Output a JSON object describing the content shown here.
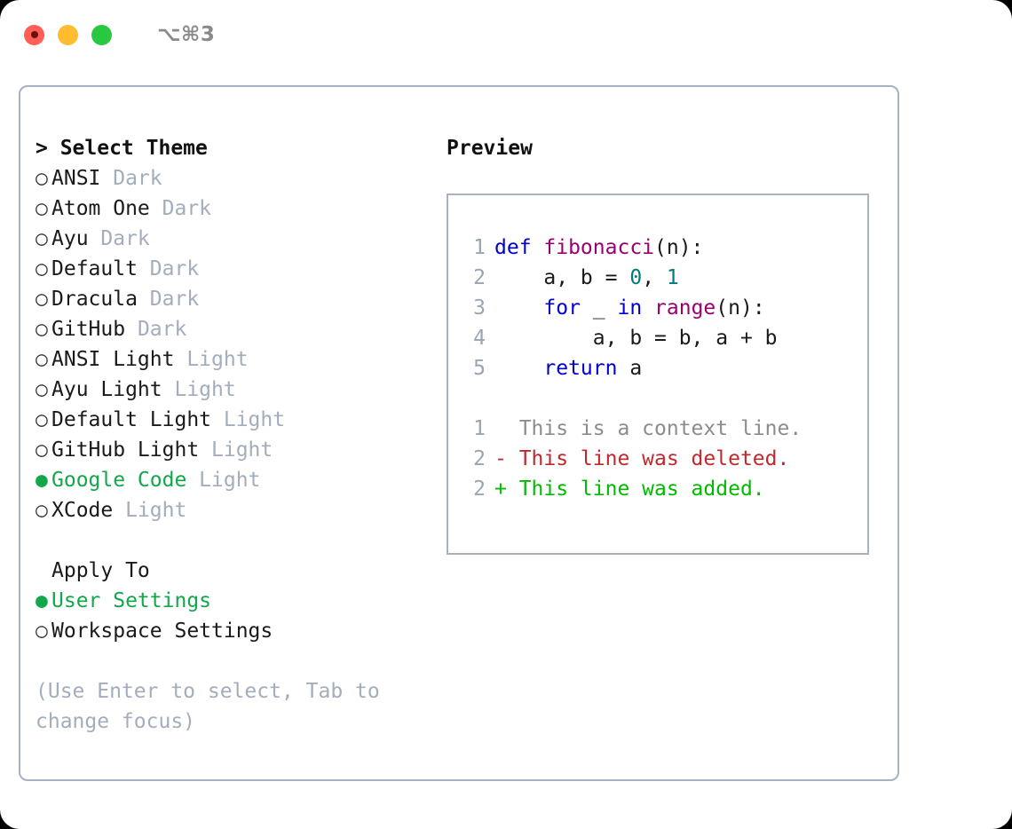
{
  "titlebar": {
    "shortcut": "⌥⌘3",
    "lights": [
      {
        "name": "close-button",
        "color": "#ff5f57"
      },
      {
        "name": "minimize-button",
        "color": "#febc2e"
      },
      {
        "name": "maximize-button",
        "color": "#28c840"
      }
    ]
  },
  "theme_list": {
    "header": "> Select Theme",
    "bullet_off": "○",
    "bullet_on": "●",
    "items": [
      {
        "name": "ANSI",
        "variant": "Dark",
        "selected": false
      },
      {
        "name": "Atom One",
        "variant": "Dark",
        "selected": false
      },
      {
        "name": "Ayu",
        "variant": "Dark",
        "selected": false
      },
      {
        "name": "Default",
        "variant": "Dark",
        "selected": false
      },
      {
        "name": "Dracula",
        "variant": "Dark",
        "selected": false
      },
      {
        "name": "GitHub",
        "variant": "Dark",
        "selected": false
      },
      {
        "name": "ANSI Light",
        "variant": "Light",
        "selected": false
      },
      {
        "name": "Ayu Light",
        "variant": "Light",
        "selected": false
      },
      {
        "name": "Default Light",
        "variant": "Light",
        "selected": false
      },
      {
        "name": "GitHub Light",
        "variant": "Light",
        "selected": false
      },
      {
        "name": "Google Code",
        "variant": "Light",
        "selected": true
      },
      {
        "name": "XCode",
        "variant": "Light",
        "selected": false
      }
    ]
  },
  "apply_to": {
    "label": "Apply To",
    "options": [
      {
        "name": "User Settings",
        "selected": true
      },
      {
        "name": "Workspace Settings",
        "selected": false
      }
    ]
  },
  "hint": "(Use Enter to select, Tab to change focus)",
  "preview": {
    "title": "Preview",
    "code_lines": [
      {
        "num": "1",
        "tokens": [
          {
            "t": "def ",
            "c": "tok-kw"
          },
          {
            "t": "fibonacci",
            "c": "tok-fn"
          },
          {
            "t": "(n):",
            "c": "tok-plain"
          }
        ]
      },
      {
        "num": "2",
        "tokens": [
          {
            "t": "    a, b = ",
            "c": "tok-plain"
          },
          {
            "t": "0",
            "c": "tok-num"
          },
          {
            "t": ", ",
            "c": "tok-plain"
          },
          {
            "t": "1",
            "c": "tok-num"
          }
        ]
      },
      {
        "num": "3",
        "tokens": [
          {
            "t": "    ",
            "c": "tok-plain"
          },
          {
            "t": "for",
            "c": "tok-kw"
          },
          {
            "t": " _ ",
            "c": "tok-plain"
          },
          {
            "t": "in",
            "c": "tok-kw"
          },
          {
            "t": " ",
            "c": "tok-plain"
          },
          {
            "t": "range",
            "c": "tok-fn"
          },
          {
            "t": "(n):",
            "c": "tok-plain"
          }
        ]
      },
      {
        "num": "4",
        "tokens": [
          {
            "t": "        a, b = b, a + b",
            "c": "tok-plain"
          }
        ]
      },
      {
        "num": "5",
        "tokens": [
          {
            "t": "    ",
            "c": "tok-plain"
          },
          {
            "t": "return",
            "c": "tok-kw"
          },
          {
            "t": " a",
            "c": "tok-plain"
          }
        ]
      }
    ],
    "diff_lines": [
      {
        "num": "1",
        "text": "  This is a context line.",
        "c": "diff-ctx"
      },
      {
        "num": "2",
        "text": "- This line was deleted.",
        "c": "diff-del"
      },
      {
        "num": "2",
        "text": "+ This line was added.",
        "c": "diff-add"
      }
    ]
  },
  "colors": {
    "accent_green": "#12a74a",
    "border": "#a8b2c1",
    "muted": "#a3adbb",
    "gutter": "#9aa4b2",
    "keyword": "#0000cc",
    "function": "#990073",
    "number": "#007a7a",
    "diff_deleted": "#c0282d",
    "diff_added": "#00bb00"
  }
}
